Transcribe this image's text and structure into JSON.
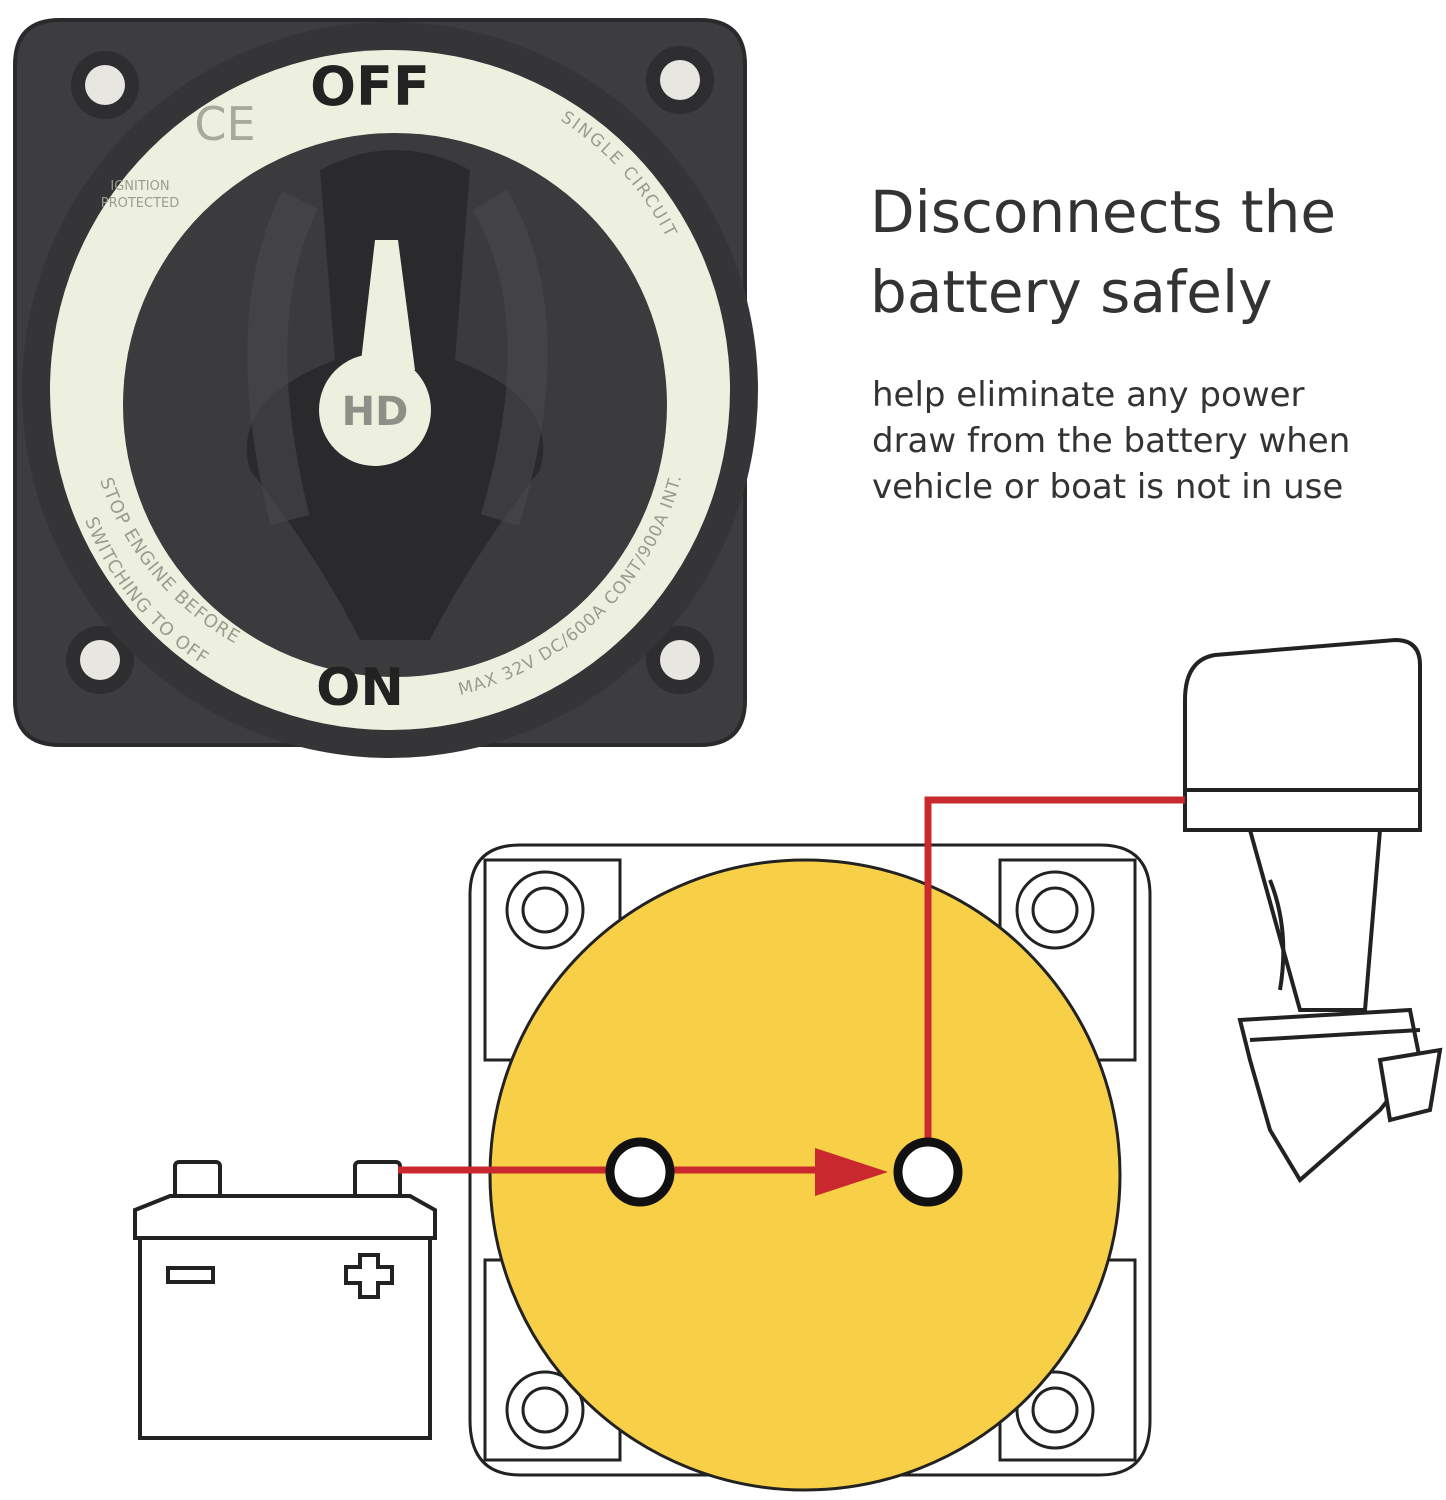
{
  "colors": {
    "switch_body": "#3a3a3c",
    "glow_ring": "#eef0df",
    "switch_label_text": "#222222",
    "ring_small_text": "#9a9c8e",
    "diagram_disc": "#f7d048",
    "wire_red": "#c8282e",
    "outline": "#222222",
    "text": "#333333"
  },
  "switch_photo": {
    "position_off": "OFF",
    "position_on": "ON",
    "ce_mark": "CE",
    "ignition_line1": "IGNITION",
    "ignition_line2": "PROTECTED",
    "single_circuit": "SINGLE CIRCUIT",
    "warning_line1": "STOP ENGINE BEFORE",
    "warning_line2": "SWITCHING TO OFF",
    "rating": "MAX 32V DC/600A CONT/900A INT.",
    "knob_label": "HD"
  },
  "headline": {
    "line1": "Disconnects the",
    "line2": "battery safely"
  },
  "description": {
    "line1": "help eliminate any power",
    "line2": "draw from the battery when",
    "line3": "vehicle or boat is not in use"
  },
  "diagram": {
    "battery_minus": "−",
    "battery_plus": "+",
    "icons": [
      "battery-icon",
      "outboard-motor-icon",
      "switch-outline-icon",
      "arrow-right-icon"
    ]
  }
}
